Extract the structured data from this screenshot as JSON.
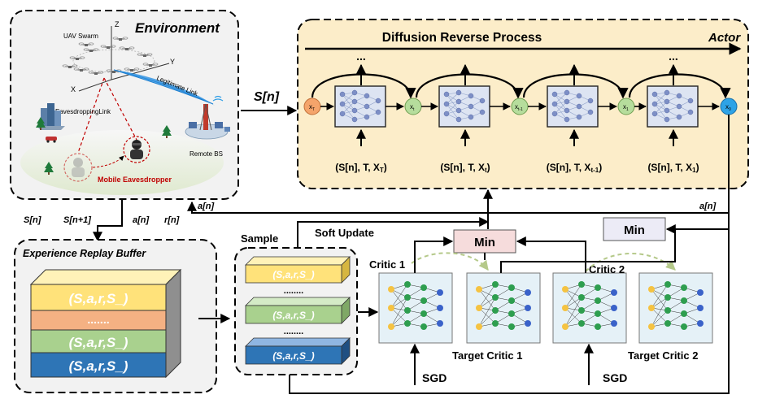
{
  "environment": {
    "title": "Environment",
    "uav_swarm": "UAV Swarm",
    "axis_z": "Z",
    "axis_y": "Y",
    "axis_x": "X",
    "legitimate_link": "Legitimate Link",
    "eavesdropping_link": "EavesdroppingLink",
    "remote_bs": "Remote BS",
    "mobile_eavesdropper": "Mobile Eavesdropper"
  },
  "actor": {
    "title": "Actor",
    "process": "Diffusion Reverse Process",
    "ellipsis": "...",
    "nodes": [
      "x",
      "x",
      "x",
      "x",
      "x"
    ],
    "node_subs": [
      "T",
      "t",
      "t-1",
      "1",
      "0"
    ],
    "conditions": [
      {
        "pre": "(S[n], T, X",
        "sub": "T",
        "post": ")"
      },
      {
        "pre": "(S[n], T, X",
        "sub": "t",
        "post": ")"
      },
      {
        "pre": "(S[n], T, X",
        "sub": "t-1",
        "post": ")"
      },
      {
        "pre": "(S[n], T, X",
        "sub": "1",
        "post": ")"
      }
    ]
  },
  "signals": {
    "state": "S[n]",
    "action_env": "a[n]",
    "action_actor": "a[n]",
    "s_n": "S[n]",
    "s_n1": "S[n+1]",
    "a_n": "a[n]",
    "r_n": "r[n]"
  },
  "replay_buffer": {
    "title": "Experience Replay Buffer",
    "layers": [
      "(S,a,r,S_)",
      ".......",
      "(S,a,r,S_)",
      "(S,a,r,S_)"
    ]
  },
  "sample": {
    "title": "Sample",
    "items": [
      "(S,a,r,S_)",
      "(S,a,r,S_)",
      "(S,a,r,S_)"
    ],
    "dots": [
      "........",
      "........"
    ]
  },
  "critics": {
    "soft_update": "Soft Update",
    "min_left": "Min",
    "min_right": "Min",
    "critic1": "Critic 1",
    "critic2": "Critic 2",
    "target1": "Target Critic 1",
    "target2": "Target Critic 2",
    "sgd_left": "SGD",
    "sgd_right": "SGD"
  },
  "colors": {
    "actor_bg": "#fcedc9",
    "env_bg": "#f2f2f2",
    "min_left_bg": "#f6dcdc",
    "min_right_bg": "#ecebf6",
    "node_first": "#f4a46b",
    "node_mid": "#b6dd9c",
    "node_last": "#2ea3e6",
    "layer_yellow": "#ffe27a",
    "layer_orange": "#f4b183",
    "layer_green": "#a9d18e",
    "layer_blue": "#2e75b6"
  }
}
